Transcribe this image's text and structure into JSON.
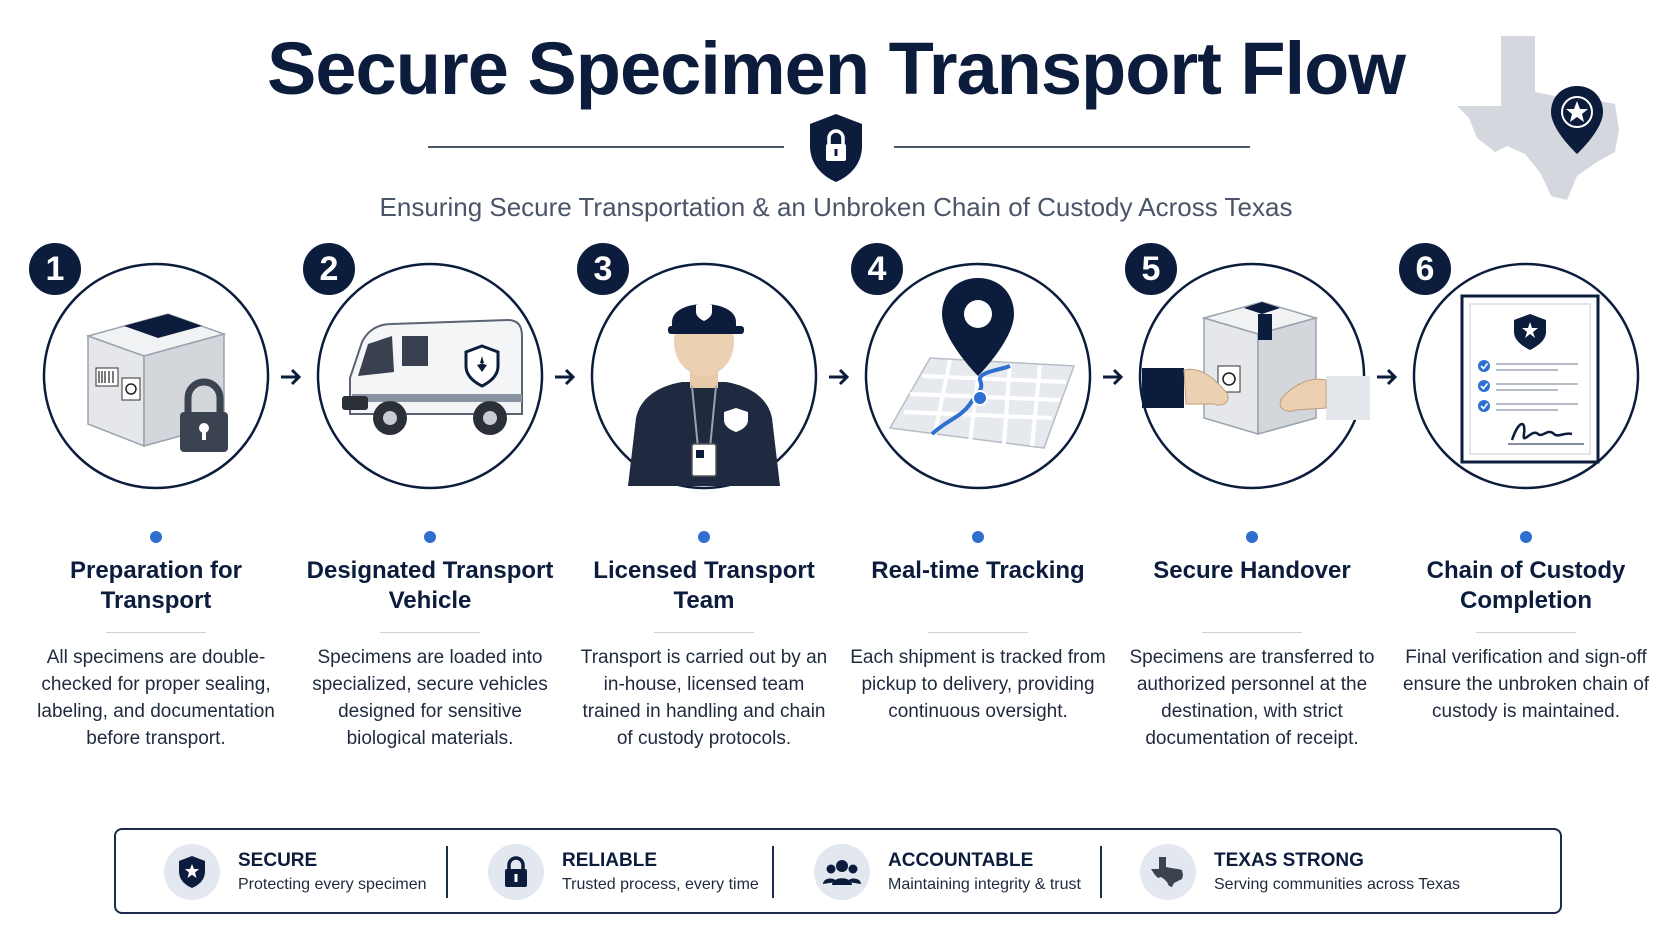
{
  "header": {
    "title": "Secure Specimen Transport Flow",
    "subtitle": "Ensuring Secure Transportation & an Unbroken Chain of Custody Across Texas"
  },
  "colors": {
    "navy": "#0c1c3c",
    "accent_blue": "#2f6fd0",
    "muted_gray": "#4a5568",
    "light_fill": "#e3e8f0"
  },
  "steps": [
    {
      "number": "1",
      "icon": "locked-specimen-box-icon",
      "title": "Preparation for Transport",
      "description": "All specimens are double-checked for proper sealing, labeling, and documentation before transport."
    },
    {
      "number": "2",
      "icon": "transport-van-icon",
      "title": "Designated Transport Vehicle",
      "description": "Specimens are loaded into specialized, secure vehicles designed for sensitive biological materials."
    },
    {
      "number": "3",
      "icon": "transport-officer-icon",
      "title": "Licensed Transport Team",
      "description": "Transport is carried out by an in-house, licensed team trained in handling and chain of custody protocols."
    },
    {
      "number": "4",
      "icon": "map-pin-route-icon",
      "title": "Real-time Tracking",
      "description": "Each shipment is tracked from pickup to delivery, providing continuous oversight."
    },
    {
      "number": "5",
      "icon": "box-handover-icon",
      "title": "Secure Handover",
      "description": "Specimens are transferred to authorized personnel at the destination, with strict documentation of receipt."
    },
    {
      "number": "6",
      "icon": "signed-document-icon",
      "title": "Chain of Custody Completion",
      "description": "Final verification and sign-off ensure the unbroken chain of custody is maintained."
    }
  ],
  "footer": [
    {
      "icon": "shield-star-icon",
      "title": "SECURE",
      "subtitle": "Protecting every specimen"
    },
    {
      "icon": "padlock-icon",
      "title": "RELIABLE",
      "subtitle": "Trusted process, every time"
    },
    {
      "icon": "people-group-icon",
      "title": "ACCOUNTABLE",
      "subtitle": "Maintaining integrity & trust"
    },
    {
      "icon": "texas-state-icon",
      "title": "TEXAS STRONG",
      "subtitle": "Serving communities across Texas"
    }
  ]
}
